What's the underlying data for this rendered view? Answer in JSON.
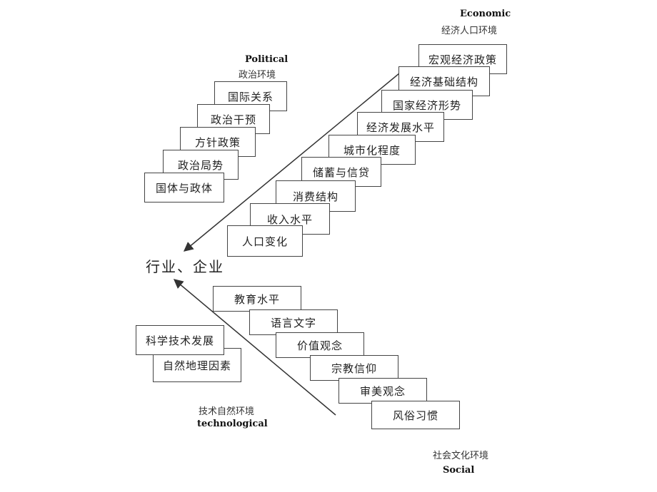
{
  "center": "行业、企业",
  "political": {
    "title": "Political",
    "subtitle": "政治环境",
    "items": [
      "国际关系",
      "政治干预",
      "方针政策",
      "政治局势",
      "国体与政体"
    ]
  },
  "economic": {
    "title": "Economic",
    "subtitle": "经济人口环境",
    "items": [
      "宏观经济政策",
      "经济基础结构",
      "国家经济形势",
      "经济发展水平",
      "城市化程度",
      "储蓄与信贷",
      "消费结构",
      "收入水平",
      "人口变化"
    ]
  },
  "technological": {
    "title": "technological",
    "subtitle": "技术自然环境",
    "items": [
      "科学技术发展",
      "自然地理因素"
    ]
  },
  "social": {
    "title": "Social",
    "subtitle": "社会文化环境",
    "items": [
      "教育水平",
      "语言文字",
      "价值观念",
      "宗教信仰",
      "审美观念",
      "风俗习惯"
    ]
  }
}
